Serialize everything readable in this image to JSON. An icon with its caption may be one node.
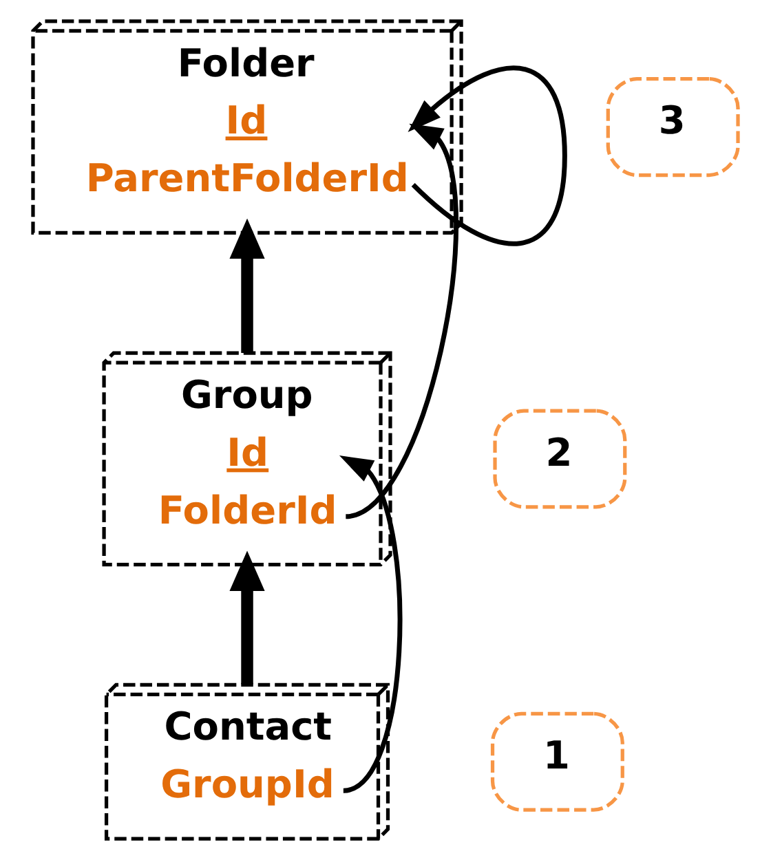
{
  "diagram": {
    "nodes": [
      {
        "text": [
          "Folder",
          "Id",
          "ParentFolderId"
        ]
      },
      {
        "text": [
          "Group",
          "Id",
          "FolderId"
        ]
      },
      {
        "text": [
          "Contact",
          "GroupId"
        ]
      },
      {
        "text": [
          "3"
        ]
      },
      {
        "text": [
          "2"
        ]
      },
      {
        "text": [
          "1"
        ]
      }
    ],
    "edges": [
      {
        "from": 1,
        "to": 0,
        "arrow": "to",
        "style": "thick"
      },
      {
        "from": 2,
        "to": 1,
        "arrow": "to",
        "style": "thick"
      },
      {
        "from": 0,
        "to": 0,
        "arrow": "to"
      },
      {
        "from": 1,
        "to": 0,
        "arrow": "to"
      },
      {
        "from": 2,
        "to": 1,
        "arrow": "to"
      }
    ]
  }
}
